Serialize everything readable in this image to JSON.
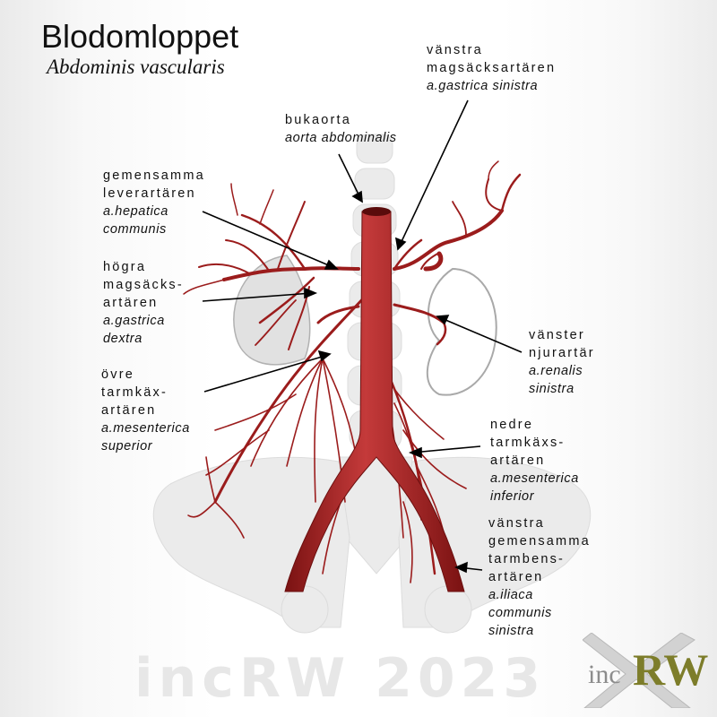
{
  "title": "Blodomloppet",
  "subtitle": "Abdominis vascularis",
  "labels": {
    "gastrica_sinistra": {
      "sv": [
        "vänstra",
        "magsäcksartären"
      ],
      "la": [
        "a.gastrica sinistra"
      ]
    },
    "aorta": {
      "sv": [
        "bukaorta"
      ],
      "la": [
        "aorta abdominalis"
      ]
    },
    "hepatica": {
      "sv": [
        "gemensamma",
        "leverartären"
      ],
      "la": [
        "a.hepatica",
        "communis"
      ]
    },
    "gastrica_dextra": {
      "sv": [
        "högra",
        "magsäcks-",
        "artären"
      ],
      "la": [
        "a.gastrica",
        "dextra"
      ]
    },
    "renalis": {
      "sv": [
        "vänster",
        "njurartär"
      ],
      "la": [
        "a.renalis",
        "sinistra"
      ]
    },
    "mes_superior": {
      "sv": [
        "övre",
        "tarmkäx-",
        "artären"
      ],
      "la": [
        "a.mesenterica",
        "superior"
      ]
    },
    "mes_inferior": {
      "sv": [
        "nedre",
        "tarmkäxs-",
        "artären"
      ],
      "la": [
        "a.mesenterica",
        "inferior"
      ]
    },
    "iliaca": {
      "sv": [
        "vänstra",
        "gemensamma",
        "tarmbens-",
        "artären"
      ],
      "la": [
        "a.iliaca",
        "communis",
        "sinistra"
      ]
    }
  },
  "watermark": "incRW 2023",
  "logo": {
    "left": "inc",
    "right": "RW"
  },
  "colors": {
    "artery": "#9b1c1c",
    "artery_light": "#c0392b",
    "bone": "#e9e9e9",
    "organ_outline": "#a9a9a9",
    "text": "#111111"
  }
}
